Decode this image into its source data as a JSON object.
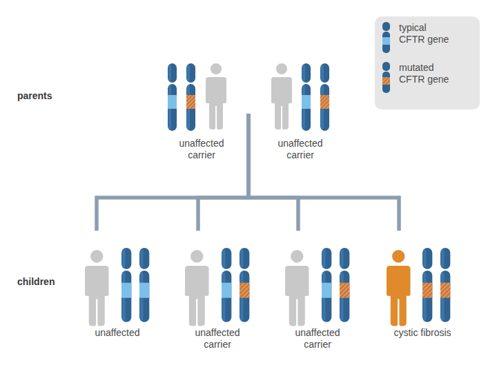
{
  "diagram": {
    "nodes": [
      {
        "text": [
          "unaffected carrier"
        ]
      },
      {
        "text": [
          "unaffected carrier"
        ]
      },
      {
        "text": [
          "unaffected"
        ]
      },
      {
        "text": [
          "unaffected carrier"
        ]
      },
      {
        "text": [
          "unaffected carrier"
        ]
      },
      {
        "text": [
          "cystic fibrosis"
        ]
      }
    ],
    "edges": [
      {
        "from": 0,
        "to": 2,
        "arrow": "none"
      },
      {
        "from": 0,
        "to": 3,
        "arrow": "none"
      },
      {
        "from": 0,
        "to": 4,
        "arrow": "none"
      },
      {
        "from": 0,
        "to": 5,
        "arrow": "none"
      },
      {
        "from": 1,
        "to": 2,
        "arrow": "none"
      },
      {
        "from": 1,
        "to": 3,
        "arrow": "none"
      },
      {
        "from": 1,
        "to": 4,
        "arrow": "none"
      },
      {
        "from": 1,
        "to": 5,
        "arrow": "none"
      }
    ],
    "labels": [
      "parents",
      "children"
    ],
    "legend": [
      {
        "text": "typical CFTR gene",
        "color": "#7cbfe9"
      },
      {
        "text": "mutated CFTR gene",
        "color": "#c8763a"
      }
    ]
  }
}
